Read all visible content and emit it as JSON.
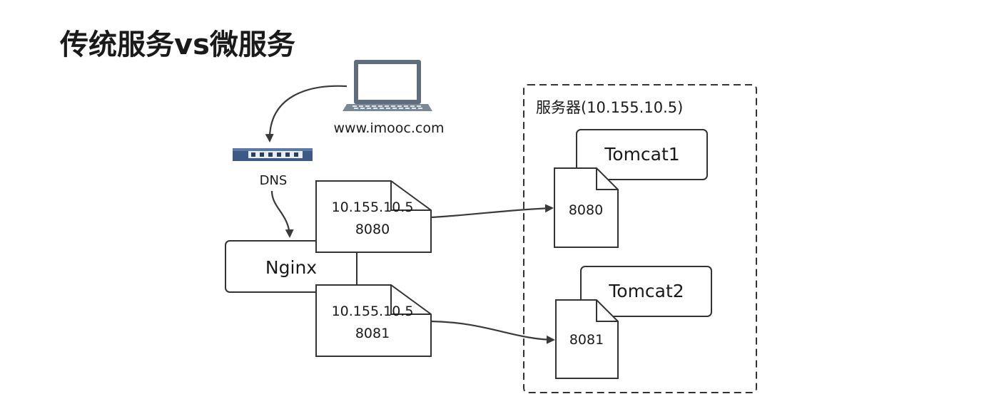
{
  "title": "传统服务vs微服务",
  "client": {
    "domain": "www.imooc.com"
  },
  "dns": {
    "label": "DNS"
  },
  "nginx": {
    "label": "Nginx"
  },
  "routes": [
    {
      "ip": "10.155.10.5",
      "port": "8080"
    },
    {
      "ip": "10.155.10.5",
      "port": "8081"
    }
  ],
  "server": {
    "title": "服务器(10.155.10.5)",
    "instances": [
      {
        "name": "Tomcat1",
        "port": "8080"
      },
      {
        "name": "Tomcat2",
        "port": "8081"
      }
    ]
  }
}
